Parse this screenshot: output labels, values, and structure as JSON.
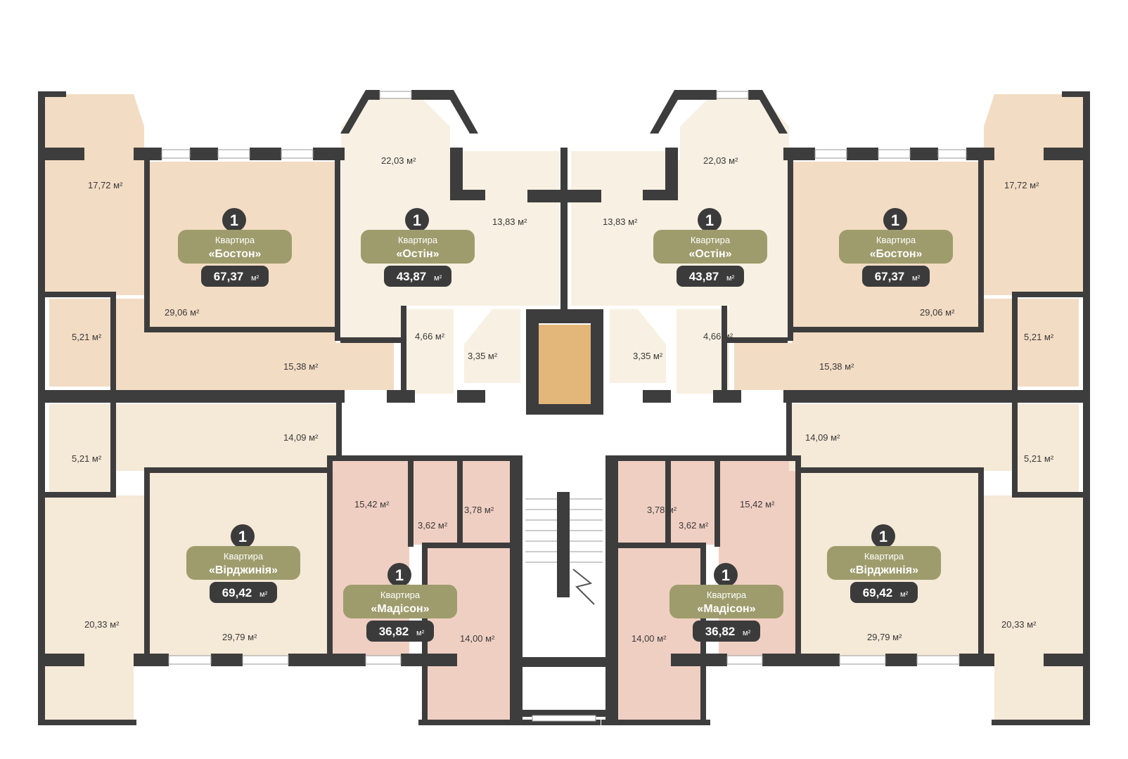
{
  "colors": {
    "wall": "#3d3d3d",
    "beige_peach": "#f3dcc4",
    "beige_light": "#f5e9d7",
    "cream": "#f8f0e2",
    "pink": "#f0cfc3",
    "stair_core": "#e3b679",
    "corridor": "#ffffff",
    "card_green": "#9e9c6c",
    "card_dark": "#3b3b3b",
    "window": "#ffffff"
  },
  "apartments": {
    "boston_left": {
      "number": "1",
      "title": "Квартира",
      "name": "«Бостон»",
      "area": "67,37",
      "unit": "м²"
    },
    "ostin_left": {
      "number": "1",
      "title": "Квартира",
      "name": "«Остін»",
      "area": "43,87",
      "unit": "м²"
    },
    "ostin_right": {
      "number": "1",
      "title": "Квартира",
      "name": "«Остін»",
      "area": "43,87",
      "unit": "м²"
    },
    "boston_right": {
      "number": "1",
      "title": "Квартира",
      "name": "«Бостон»",
      "area": "67,37",
      "unit": "м²"
    },
    "virginia_left": {
      "number": "1",
      "title": "Квартира",
      "name": "«Вірджинія»",
      "area": "69,42",
      "unit": "м²"
    },
    "madison_left": {
      "number": "1",
      "title": "Квартира",
      "name": "«Мадісон»",
      "area": "36,82",
      "unit": "м²"
    },
    "madison_right": {
      "number": "1",
      "title": "Квартира",
      "name": "«Мадісон»",
      "area": "36,82",
      "unit": "м²"
    },
    "virginia_right": {
      "number": "1",
      "title": "Квартира",
      "name": "«Вірджинія»",
      "area": "69,42",
      "unit": "м²"
    }
  },
  "rooms": {
    "l_kitchen_top": "17,72 м²",
    "l_living_top": "29,06 м²",
    "l_bath_top": "5,21 м²",
    "l_hall_top": "15,38 м²",
    "l_ostin_room": "22,03 м²",
    "l_ostin_kitchen": "13,83 м²",
    "l_ostin_hall": "4,66 м²",
    "l_ostin_bath": "3,35 м²",
    "r_ostin_room": "22,03 м²",
    "r_ostin_kitchen": "13,83 м²",
    "r_ostin_hall": "4,66 м²",
    "r_ostin_bath": "3,35 м²",
    "r_kitchen_top": "17,72 м²",
    "r_living_top": "29,06 м²",
    "r_bath_top": "5,21 м²",
    "r_hall_top": "15,38 м²",
    "l_hall_bot": "14,09 м²",
    "l_bath_bot": "5,21 м²",
    "l_kitchen_bot": "20,33 м²",
    "l_living_bot": "29,79 м²",
    "l_mad_room": "15,42 м²",
    "l_mad_hall": "3,62 м²",
    "l_mad_bath": "3,78 м²",
    "l_mad_kitchen": "14,00 м²",
    "r_mad_bath": "3,78 м²",
    "r_mad_hall": "3,62 м²",
    "r_mad_room": "15,42 м²",
    "r_mad_kitchen": "14,00 м²",
    "r_hall_bot": "14,09 м²",
    "r_bath_bot": "5,21 м²",
    "r_living_bot": "29,79 м²",
    "r_kitchen_bot": "20,33 м²"
  }
}
